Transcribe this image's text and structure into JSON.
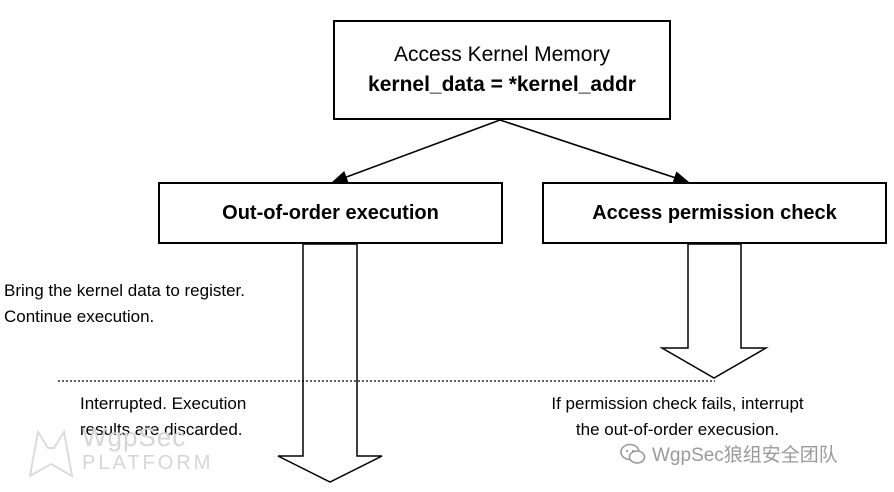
{
  "top_box": {
    "line1": "Access Kernel Memory",
    "line2": "kernel_data = *kernel_addr"
  },
  "left_box": {
    "label": "Out-of-order execution"
  },
  "right_box": {
    "label": "Access permission check"
  },
  "notes": {
    "left_top": [
      "Bring the kernel data to register.",
      "Continue execution."
    ],
    "left_bottom": [
      "Interrupted. Execution",
      "results are discarded."
    ],
    "right": [
      "If permission check fails, interrupt",
      "the out-of-order execusion."
    ]
  },
  "watermarks": {
    "left_line1": "WgpSec",
    "left_line2": "PLATFORM",
    "right": "WgpSec狼组安全团队"
  }
}
